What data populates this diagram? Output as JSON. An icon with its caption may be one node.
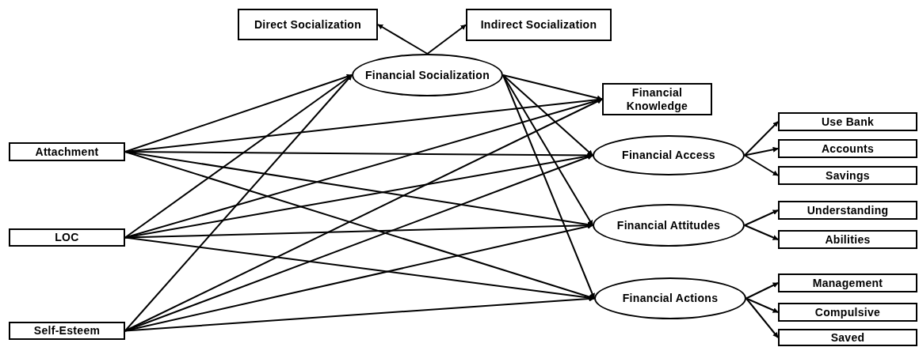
{
  "diagram": {
    "nodes": [
      {
        "text": [
          "Direct Socialization"
        ]
      },
      {
        "text": [
          "Indirect Socialization"
        ]
      },
      {
        "text": [
          "Financial Socialization"
        ]
      },
      {
        "text": [
          "Financial Knowledge"
        ]
      },
      {
        "text": [
          "Attachment"
        ]
      },
      {
        "text": [
          "LOC"
        ]
      },
      {
        "text": [
          "Self-Esteem"
        ]
      },
      {
        "text": [
          "Financial Access"
        ]
      },
      {
        "text": [
          "Financial Attitudes"
        ]
      },
      {
        "text": [
          "Financial Actions"
        ]
      },
      {
        "text": [
          "Use Bank"
        ]
      },
      {
        "text": [
          "Accounts"
        ]
      },
      {
        "text": [
          "Savings"
        ]
      },
      {
        "text": [
          "Understanding"
        ]
      },
      {
        "text": [
          "Abilities"
        ]
      },
      {
        "text": [
          "Management"
        ]
      },
      {
        "text": [
          "Compulsive"
        ]
      },
      {
        "text": [
          "Saved"
        ]
      }
    ],
    "edges": [
      {
        "from": 2,
        "to": 0,
        "arrow": "to"
      },
      {
        "from": 2,
        "to": 1,
        "arrow": "to"
      },
      {
        "from": 2,
        "to": 3,
        "arrow": "to"
      },
      {
        "from": 2,
        "to": 7,
        "arrow": "to"
      },
      {
        "from": 2,
        "to": 8,
        "arrow": "to"
      },
      {
        "from": 2,
        "to": 9,
        "arrow": "to"
      },
      {
        "from": 4,
        "to": 2,
        "arrow": "to"
      },
      {
        "from": 4,
        "to": 3,
        "arrow": "to"
      },
      {
        "from": 4,
        "to": 7,
        "arrow": "to"
      },
      {
        "from": 4,
        "to": 8,
        "arrow": "to"
      },
      {
        "from": 4,
        "to": 9,
        "arrow": "to"
      },
      {
        "from": 5,
        "to": 2,
        "arrow": "to"
      },
      {
        "from": 5,
        "to": 3,
        "arrow": "to"
      },
      {
        "from": 5,
        "to": 7,
        "arrow": "to"
      },
      {
        "from": 5,
        "to": 8,
        "arrow": "to"
      },
      {
        "from": 5,
        "to": 9,
        "arrow": "to"
      },
      {
        "from": 6,
        "to": 2,
        "arrow": "to"
      },
      {
        "from": 6,
        "to": 3,
        "arrow": "to"
      },
      {
        "from": 6,
        "to": 7,
        "arrow": "to"
      },
      {
        "from": 6,
        "to": 8,
        "arrow": "to"
      },
      {
        "from": 6,
        "to": 9,
        "arrow": "to"
      },
      {
        "from": 7,
        "to": 10,
        "arrow": "to"
      },
      {
        "from": 7,
        "to": 11,
        "arrow": "to"
      },
      {
        "from": 7,
        "to": 12,
        "arrow": "to"
      },
      {
        "from": 8,
        "to": 13,
        "arrow": "to"
      },
      {
        "from": 8,
        "to": 14,
        "arrow": "to"
      },
      {
        "from": 9,
        "to": 15,
        "arrow": "to"
      },
      {
        "from": 9,
        "to": 16,
        "arrow": "to"
      },
      {
        "from": 9,
        "to": 17,
        "arrow": "to"
      }
    ]
  }
}
